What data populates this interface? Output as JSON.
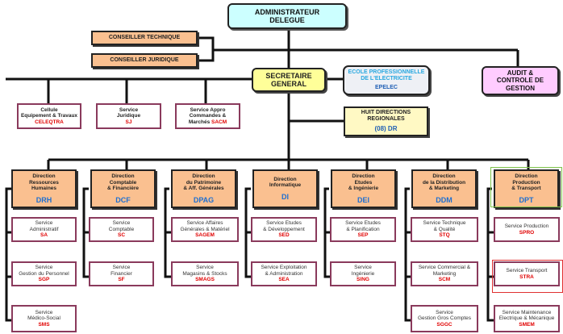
{
  "top": {
    "line1": "ADMINISTRATEUR",
    "line2": "DELEGUE"
  },
  "conseillers": [
    {
      "label": "CONSEILLER TECHNIQUE"
    },
    {
      "label": "CONSEILLER JURIDIQUE"
    }
  ],
  "secretaire": {
    "line1": "SECRETAIRE",
    "line2": "GENERAL"
  },
  "ecole": {
    "line1": "ECOLE PROFESSIONNELLE",
    "line2": "DE L'ELECTRICITE",
    "code": "EPELEC"
  },
  "audit": {
    "line1": "AUDIT &",
    "line2": "CONTROLE DE",
    "line3": "GESTION"
  },
  "regional": {
    "line1": "HUIT DIRECTIONS",
    "line2": "REGIONALES",
    "code": "(08) DR"
  },
  "sg_services": [
    {
      "line1": "Cellule",
      "line2": "Equipement & Travaux",
      "code": "CELEQTRA"
    },
    {
      "line1": "Service",
      "line2": "Juridique",
      "code": "SJ"
    },
    {
      "line1": "Service Appro",
      "line2": "Commandes &",
      "line3": "Marchés",
      "code": "SACM"
    }
  ],
  "directions": [
    {
      "lines": [
        "Direction",
        "Ressources",
        "Humaines"
      ],
      "code": "DRH",
      "services": [
        {
          "lines": [
            "Service",
            "Administratif"
          ],
          "code": "SA"
        },
        {
          "lines": [
            "Service",
            "Gestion du Personnel"
          ],
          "code": "SGP"
        },
        {
          "lines": [
            "Service",
            "Médico-Social"
          ],
          "code": "SMS"
        }
      ]
    },
    {
      "lines": [
        "Direction",
        "Comptable",
        "& Financière"
      ],
      "code": "DCF",
      "services": [
        {
          "lines": [
            "Service",
            "Comptable"
          ],
          "code": "SC"
        },
        {
          "lines": [
            "Service",
            "Financier"
          ],
          "code": "SF"
        }
      ]
    },
    {
      "lines": [
        "Direction",
        "du Patrimoine",
        "& Aff. Générales"
      ],
      "code": "DPAG",
      "services": [
        {
          "lines": [
            "Service Affaires",
            "Générales & Matériel"
          ],
          "code": "SAGEM"
        },
        {
          "lines": [
            "Service",
            "Magasins & Stocks"
          ],
          "code": "SMAGS"
        }
      ]
    },
    {
      "lines": [
        "Direction",
        "Informatique"
      ],
      "code": "DI",
      "services": [
        {
          "lines": [
            "Service Etudes",
            "& Développement"
          ],
          "code": "SED"
        },
        {
          "lines": [
            "Service Exploitation",
            "& Administration"
          ],
          "code": "SEA"
        }
      ]
    },
    {
      "lines": [
        "Direction",
        "Etudes",
        "& Ingénierie"
      ],
      "code": "DEI",
      "services": [
        {
          "lines": [
            "Service Etudes",
            "& Planification"
          ],
          "code": "SEP"
        },
        {
          "lines": [
            "Service",
            "Ingénierie"
          ],
          "code": "SING"
        }
      ]
    },
    {
      "lines": [
        "Direction",
        "de la Distribution",
        "& Marketing"
      ],
      "code": "DDM",
      "services": [
        {
          "lines": [
            "Service Technique",
            "& Qualité"
          ],
          "code": "STQ"
        },
        {
          "lines": [
            "Service Commercial &",
            "Marketing"
          ],
          "code": "SCM"
        },
        {
          "lines": [
            "Service",
            "Gestion Gros Comptes"
          ],
          "code": "SGGC"
        }
      ]
    },
    {
      "lines": [
        "Direction",
        "Production",
        "& Transport"
      ],
      "code": "DPT",
      "services": [
        {
          "lines": [
            "Service Production"
          ],
          "code": "SPRO"
        },
        {
          "lines": [
            "Service Transport"
          ],
          "code": "STRA"
        },
        {
          "lines": [
            "Service Maintenance",
            "Electrique & Mécanique"
          ],
          "code": "SMEM"
        }
      ]
    }
  ]
}
